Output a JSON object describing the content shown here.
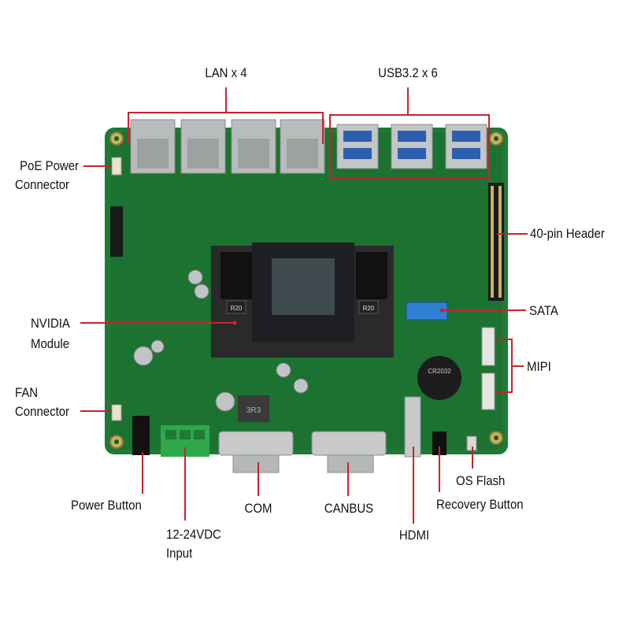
{
  "colors": {
    "callout": "#c8232c",
    "pcb": "#1f7a35",
    "pcb_dark": "#15602a",
    "label": "#111111"
  },
  "labels": {
    "lan": "LAN x 4",
    "usb": "USB3.2 x 6",
    "poe_line1": "PoE Power",
    "poe_line2": "Connector",
    "header40": "40-pin Header",
    "nvidia_line1": "NVIDIA",
    "nvidia_line2": "Module",
    "sata": "SATA",
    "mipi": "MIPI",
    "fan_line1": "FAN",
    "fan_line2": "Connector",
    "power_button": "Power Button",
    "vdc_line1": "12-24VDC",
    "vdc_line2": "Input",
    "com": "COM",
    "canbus": "CANBUS",
    "hdmi": "HDMI",
    "os_flash": "OS Flash",
    "recovery_button": "Recovery Button"
  },
  "board_markings": {
    "cap_a": "R20",
    "cap_b": "R20",
    "inductor": "3R3",
    "battery": "CR2032"
  }
}
